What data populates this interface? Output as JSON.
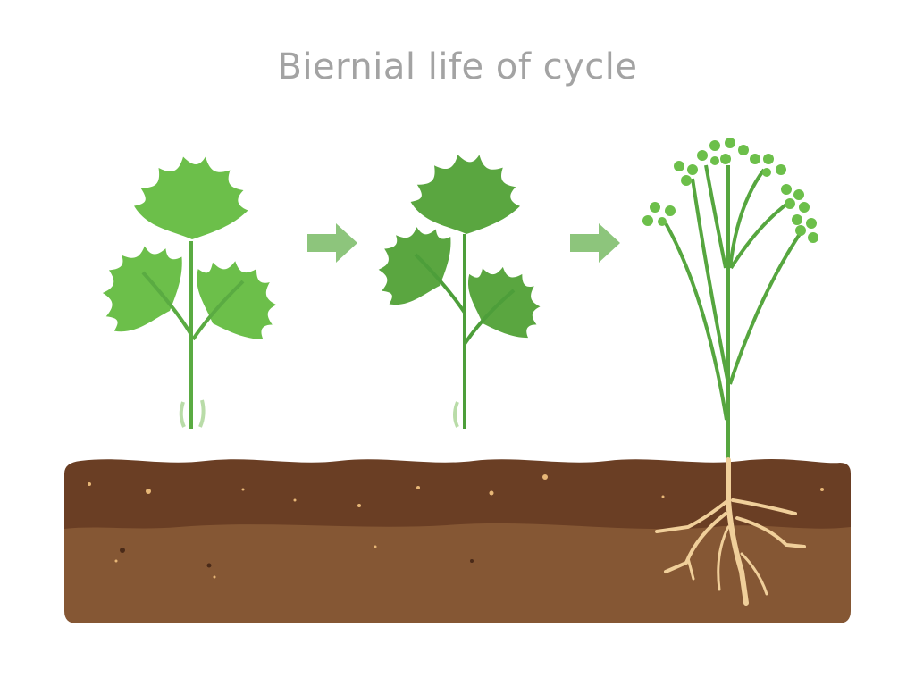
{
  "title": "Biernial life of cycle",
  "colors": {
    "leaf_light": "#6cbf4a",
    "leaf_dark": "#5aa640",
    "stem": "#4d9e3a",
    "arrow": "#8dc57c",
    "soil_top": "#6a3e24",
    "soil_bottom": "#855734",
    "root": "#f0cf9a",
    "title": "#a3a3a3"
  },
  "stages": [
    {
      "name": "first-year-plant"
    },
    {
      "name": "second-year-plant"
    },
    {
      "name": "flowering-plant"
    }
  ]
}
